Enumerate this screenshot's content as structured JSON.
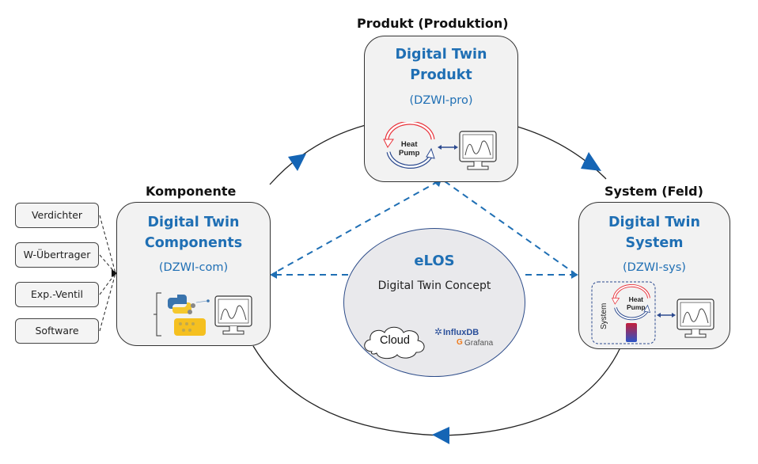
{
  "diagram": {
    "colors": {
      "accent": "#1f6fb4",
      "arrow": "#1565b5",
      "box_fill": "#f2f2f2",
      "circle_fill": "#e9e9ec",
      "heat_red": "#e8343c",
      "heat_blue": "#2c4a8f"
    },
    "stages": {
      "produkt": {
        "header": "Produkt (Produktion)",
        "title_line1": "Digital Twin",
        "title_line2": "Produkt",
        "code": "(DZWI-pro)",
        "heat_pump_line1": "Heat",
        "heat_pump_line2": "Pump"
      },
      "komponente": {
        "header": "Komponente",
        "title_line1": "Digital Twin",
        "title_line2": "Components",
        "code": "(DZWI-com)"
      },
      "system": {
        "header": "System (Feld)",
        "title_line1": "Digital Twin",
        "title_line2": "System",
        "code": "(DZWI-sys)",
        "system_label": "System",
        "heat_pump_line1": "Heat",
        "heat_pump_line2": "Pump"
      }
    },
    "components": [
      "Verdichter",
      "W-Übertrager",
      "Exp.-Ventil",
      "Software"
    ],
    "center": {
      "title": "eLOS",
      "subtitle": "Digital Twin Concept",
      "cloud_label": "Cloud",
      "db_label": "InfluxDB",
      "viz_label": "Grafana"
    }
  }
}
